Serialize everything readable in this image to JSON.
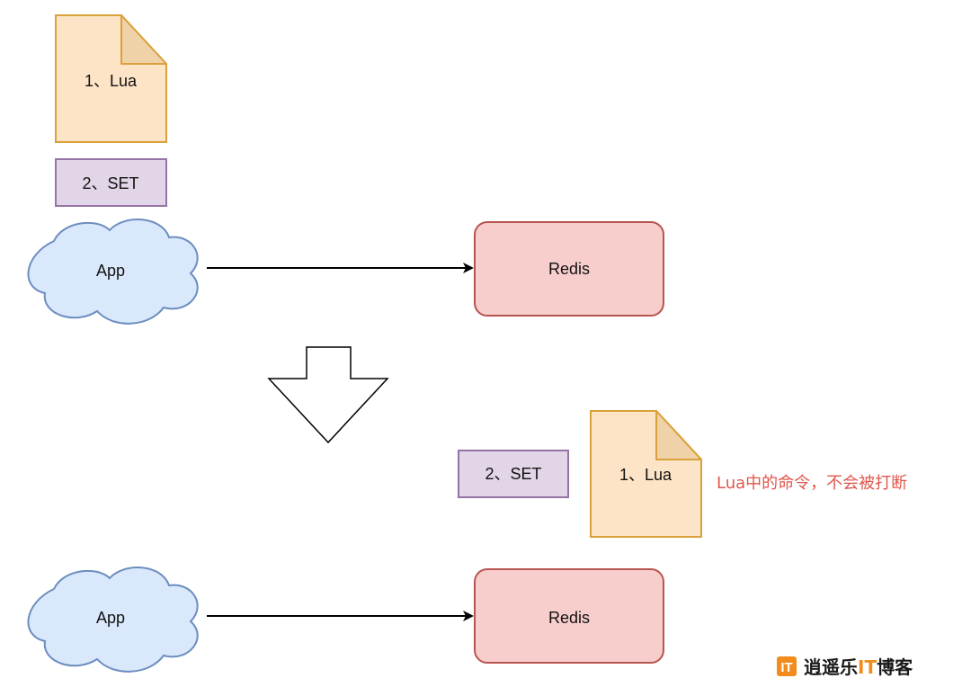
{
  "colors": {
    "doc_fill": "#fde4c6",
    "doc_stroke": "#d9a13a",
    "doc_fold": "#f0d2a9",
    "set_fill": "#e1d5e7",
    "set_stroke": "#9673a6",
    "cloud_fill": "#dae8fc",
    "cloud_stroke": "#6c8ebf",
    "redis_fill": "#f8cecc",
    "redis_stroke": "#b85450",
    "note_color": "#e0564d",
    "arrow_color": "#000000",
    "watermark_accent": "#f28c1c"
  },
  "top": {
    "lua_label": "1、Lua",
    "set_label": "2、SET",
    "app_label": "App",
    "redis_label": "Redis"
  },
  "bottom": {
    "set_label": "2、SET",
    "lua_label": "1、Lua",
    "note": "Lua中的命令，不会被打断",
    "app_label": "App",
    "redis_label": "Redis"
  },
  "watermark": {
    "icon_text": "IT",
    "text_part1": "逍遥乐",
    "text_accent": "IT",
    "text_part2": "博客"
  }
}
